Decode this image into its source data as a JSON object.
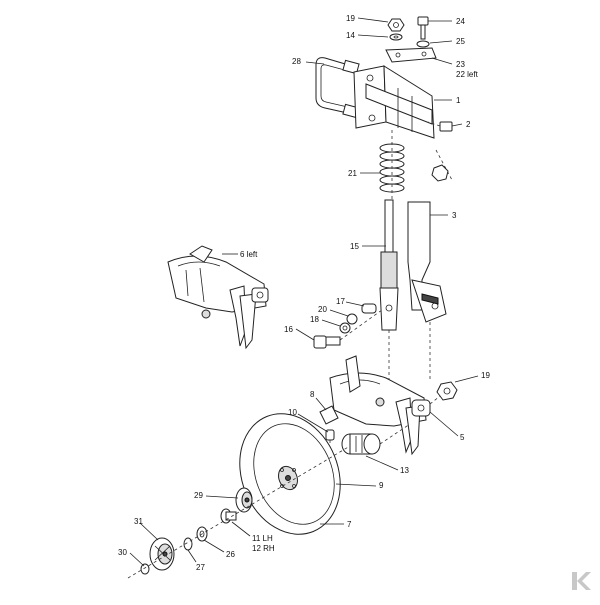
{
  "diagram": {
    "callouts": [
      {
        "id": "c19a",
        "label": "19"
      },
      {
        "id": "c14",
        "label": "14"
      },
      {
        "id": "c24",
        "label": "24"
      },
      {
        "id": "c25",
        "label": "25"
      },
      {
        "id": "c23",
        "label": "23"
      },
      {
        "id": "c22",
        "label": "22 left"
      },
      {
        "id": "c28",
        "label": "28"
      },
      {
        "id": "c1",
        "label": "1"
      },
      {
        "id": "c2",
        "label": "2"
      },
      {
        "id": "c21",
        "label": "21"
      },
      {
        "id": "c3",
        "label": "3"
      },
      {
        "id": "c15",
        "label": "15"
      },
      {
        "id": "c6",
        "label": "6 left"
      },
      {
        "id": "c17",
        "label": "17"
      },
      {
        "id": "c20",
        "label": "20"
      },
      {
        "id": "c18",
        "label": "18"
      },
      {
        "id": "c16",
        "label": "16"
      },
      {
        "id": "c19b",
        "label": "19"
      },
      {
        "id": "c8",
        "label": "8"
      },
      {
        "id": "c10",
        "label": "10"
      },
      {
        "id": "c5",
        "label": "5"
      },
      {
        "id": "c13",
        "label": "13"
      },
      {
        "id": "c9",
        "label": "9"
      },
      {
        "id": "c29",
        "label": "29"
      },
      {
        "id": "c7",
        "label": "7"
      },
      {
        "id": "c31",
        "label": "31"
      },
      {
        "id": "c11",
        "label": "11 LH"
      },
      {
        "id": "c12",
        "label": "12 RH"
      },
      {
        "id": "c30",
        "label": "30"
      },
      {
        "id": "c27",
        "label": "27"
      },
      {
        "id": "c26",
        "label": "26"
      }
    ]
  },
  "logo": {
    "icon": "k-logo-icon",
    "color": "#c8c8c8"
  }
}
